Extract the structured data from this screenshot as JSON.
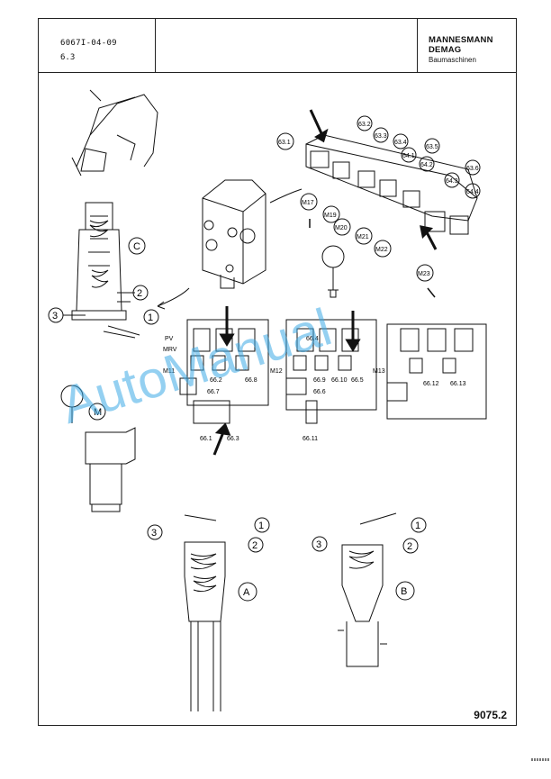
{
  "header": {
    "document_number": "6067I-04-09",
    "section": "6.3",
    "brand_line1": "MANNESMANN",
    "brand_line2": "DEMAG",
    "brand_line3": "Baumaschinen"
  },
  "footer": {
    "page_number": "9075.2"
  },
  "watermark": "AutoManual",
  "callouts": {
    "c": "C",
    "a": "A",
    "b": "B",
    "m": "M",
    "n1": "1",
    "n2": "2",
    "n3": "3"
  },
  "block_labels": {
    "top_rail": [
      "63.1",
      "63.2",
      "63.3",
      "63.4",
      "63.5",
      "64.1",
      "64.2",
      "63.6",
      "64.3",
      "64.4"
    ],
    "top_bottom": [
      "M17",
      "M19",
      "M20",
      "M21",
      "M22",
      "M23"
    ],
    "valve_left": [
      "PV",
      "MRV",
      "M11",
      "66.2",
      "66.1",
      "66.3",
      "66.7",
      "66.8"
    ],
    "valve_mid": [
      "M12",
      "66.4",
      "66.5",
      "66.6",
      "66.9",
      "66.10",
      "66.11"
    ],
    "valve_right": [
      "M13",
      "66.12",
      "66.13"
    ]
  }
}
